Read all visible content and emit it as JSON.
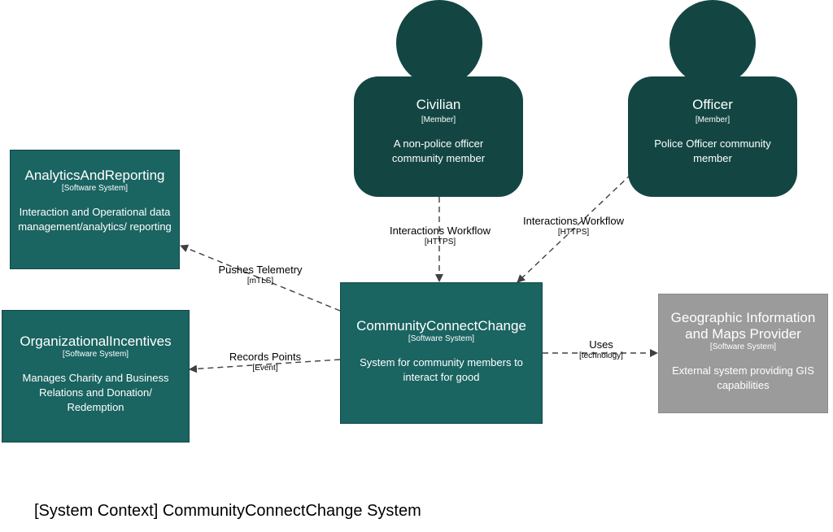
{
  "caption": "[System Context] CommunityConnectChange System",
  "elements": {
    "civilian": {
      "title": "Civilian",
      "stereotype": "[Member]",
      "description": "A non-police officer community member"
    },
    "officer": {
      "title": "Officer",
      "stereotype": "[Member]",
      "description": "Police Officer community member"
    },
    "analytics": {
      "title": "AnalyticsAndReporting",
      "stereotype": "[Software System]",
      "description": "Interaction and Operational data management/analytics/ reporting"
    },
    "incentives": {
      "title": "OrganizationalIncentives",
      "stereotype": "[Software System]",
      "description": "Manages Charity and Business Relations and Donation/ Redemption"
    },
    "core": {
      "title": "CommunityConnectChange",
      "stereotype": "[Software System]",
      "description": "System for community members to interact for good"
    },
    "gis": {
      "title": "Geographic Information and Maps Provider",
      "stereotype": "[Software System]",
      "description": "External system providing GIS capabilities"
    }
  },
  "relationships": {
    "civilian_core": {
      "label": "Interactions Workflow",
      "technology": "[HTTPS]"
    },
    "officer_core": {
      "label": "Interactions Workflow",
      "technology": "[HTTPS]"
    },
    "core_analytics": {
      "label": "Pushes Telemetry",
      "technology": "[mTLS]"
    },
    "core_incentives": {
      "label": "Records Points",
      "technology": "[Event]"
    },
    "core_gis": {
      "label": "Uses",
      "technology": "[technology]"
    }
  }
}
